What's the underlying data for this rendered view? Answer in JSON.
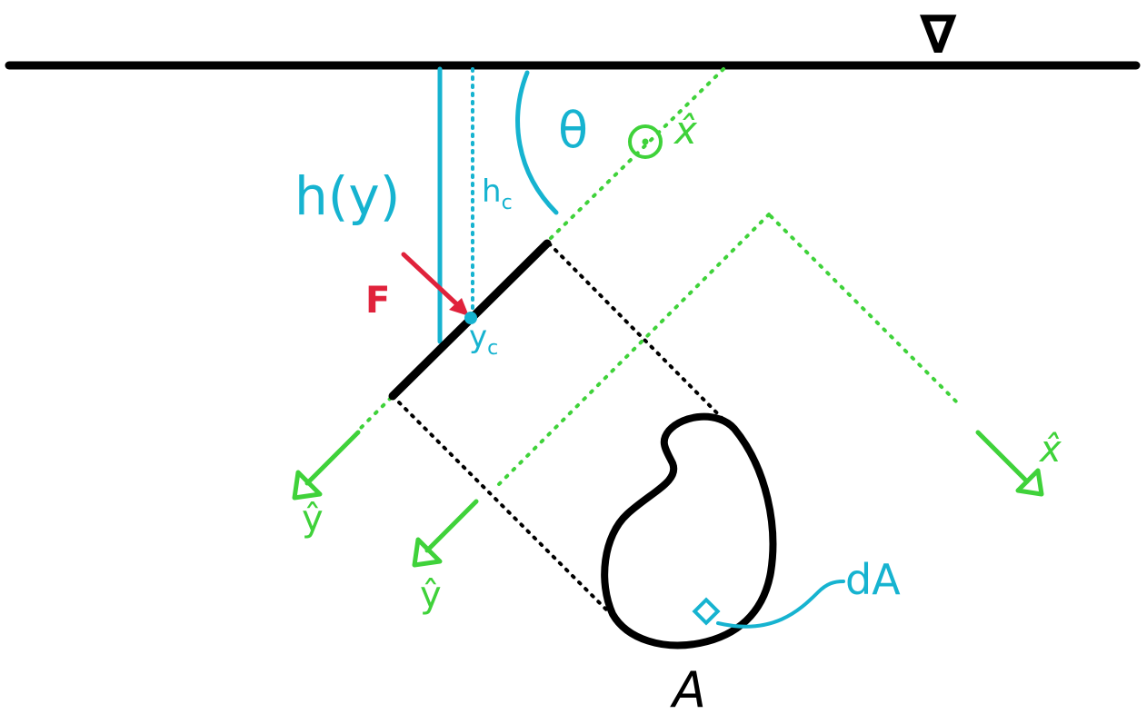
{
  "labels": {
    "surface_symbol": "∇",
    "theta": "θ",
    "h_of_y": "h(y)",
    "h_c": "h",
    "h_c_sub": "c",
    "y_c": "y",
    "y_c_sub": "c",
    "force": "F",
    "x_hat_top": "x̂",
    "x_hat_right": "x̂",
    "y_hat_left": "ŷ",
    "y_hat_center": "ŷ",
    "area": "A",
    "d_area": "dA"
  },
  "colors": {
    "black": "#000000",
    "blue": "#16b3d0",
    "green": "#3fd23a",
    "red": "#e0223b"
  },
  "icons": {
    "surface_marker": "inverted-triangle",
    "out_of_page_axis": "circled-dot"
  }
}
